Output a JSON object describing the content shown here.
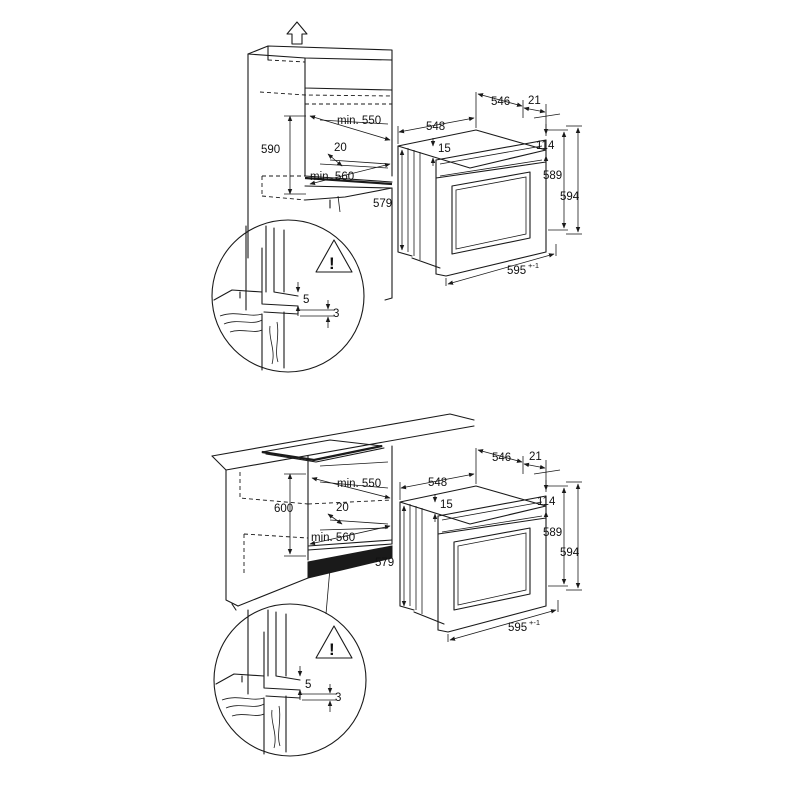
{
  "panels": [
    {
      "cabinet": {
        "opening_width": "min. 550",
        "gap": "20",
        "depth": "min. 560",
        "height": "590"
      },
      "oven": {
        "depth_total": "546",
        "door": "21",
        "depth_body": "548",
        "top_offset": "15",
        "control_panel": "114",
        "body_height": "589",
        "total_height": "594",
        "front_height": "579",
        "width": "595",
        "width_tolerance": "+-1"
      },
      "detail": {
        "gap": "5",
        "offset": "3",
        "warning_symbol": "!"
      }
    },
    {
      "cabinet": {
        "opening_width": "min. 550",
        "gap": "20",
        "depth": "min. 560",
        "height": "600"
      },
      "oven": {
        "depth_total": "546",
        "door": "21",
        "depth_body": "548",
        "top_offset": "15",
        "control_panel": "114",
        "body_height": "589",
        "total_height": "594",
        "front_height": "579",
        "width": "595",
        "width_tolerance": "+-1"
      },
      "detail": {
        "gap": "5",
        "offset": "3",
        "warning_symbol": "!"
      }
    }
  ],
  "icons": {
    "top_arrow": "ventilation-arrow-icon",
    "warning": "warning-triangle-icon"
  }
}
